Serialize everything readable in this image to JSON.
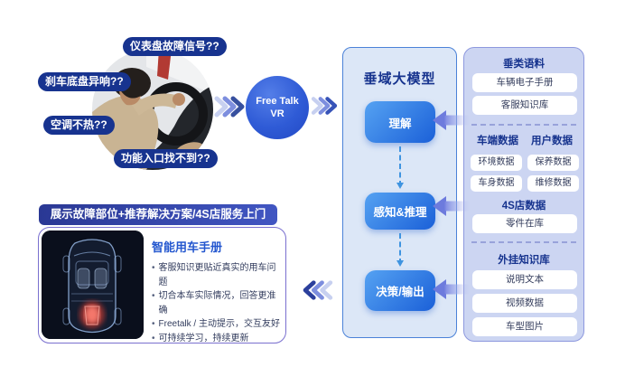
{
  "problems": {
    "b1": "仪表盘故障信号??",
    "b2": "刹车底盘异响??",
    "b3": "空调不热??",
    "b4": "功能入口找不到??"
  },
  "vr": {
    "line1": "Free Talk",
    "line2": "VR"
  },
  "model": {
    "title": "垂域大模型",
    "stage1": "理解",
    "stage2": "感知&推理",
    "stage3": "决策/输出"
  },
  "knowledge": {
    "sec1": {
      "header": "垂类语料",
      "item1": "车辆电子手册",
      "item2": "客服知识库"
    },
    "sec2": {
      "header_left": "车端数据",
      "header_right": "用户数据",
      "cell1": "环境数据",
      "cell2": "保养数据",
      "cell3": "车身数据",
      "cell4": "维修数据"
    },
    "sec3": {
      "header": "4S店数据",
      "item1": "零件在库"
    },
    "sec4": {
      "header": "外挂知识库",
      "item1": "说明文本",
      "item2": "视频数据",
      "item3": "车型图片"
    }
  },
  "result": {
    "banner": "展示故障部位+推荐解决方案/4S店服务上门",
    "title": "智能用车手册",
    "bullet_mark": "•",
    "bullet1": "客服知识更贴近真实的用车问题",
    "bullet2": "切合本车实际情况，回答更准确",
    "bullet3": "Freetalk / 主动提示，交互友好",
    "bullet4": "可持续学习，持续更新"
  },
  "icons": {
    "forward": "triple-chevron-right",
    "backward": "triple-chevron-left",
    "feed": "left-arrow",
    "stage_link": "dashed-down-arrow"
  },
  "colors": {
    "bubble_navy": "#17338f",
    "vr_blue": "#2f5bd6",
    "stage_gradient_start": "#55a2f2",
    "stage_gradient_end": "#1b60d8",
    "model_panel_bg": "#dce7f7",
    "model_panel_border": "#4b82d8",
    "data_panel_bg": "#ccd5f2",
    "data_panel_border": "#8d98de",
    "banner_start": "#2a3894",
    "banner_end": "#4156c2",
    "card_border": "#7a70cf",
    "title_navy": "#16338e",
    "accent_blue": "#2457cf",
    "alert_red": "#c03a33",
    "connector_blue": "#3f94e0"
  }
}
